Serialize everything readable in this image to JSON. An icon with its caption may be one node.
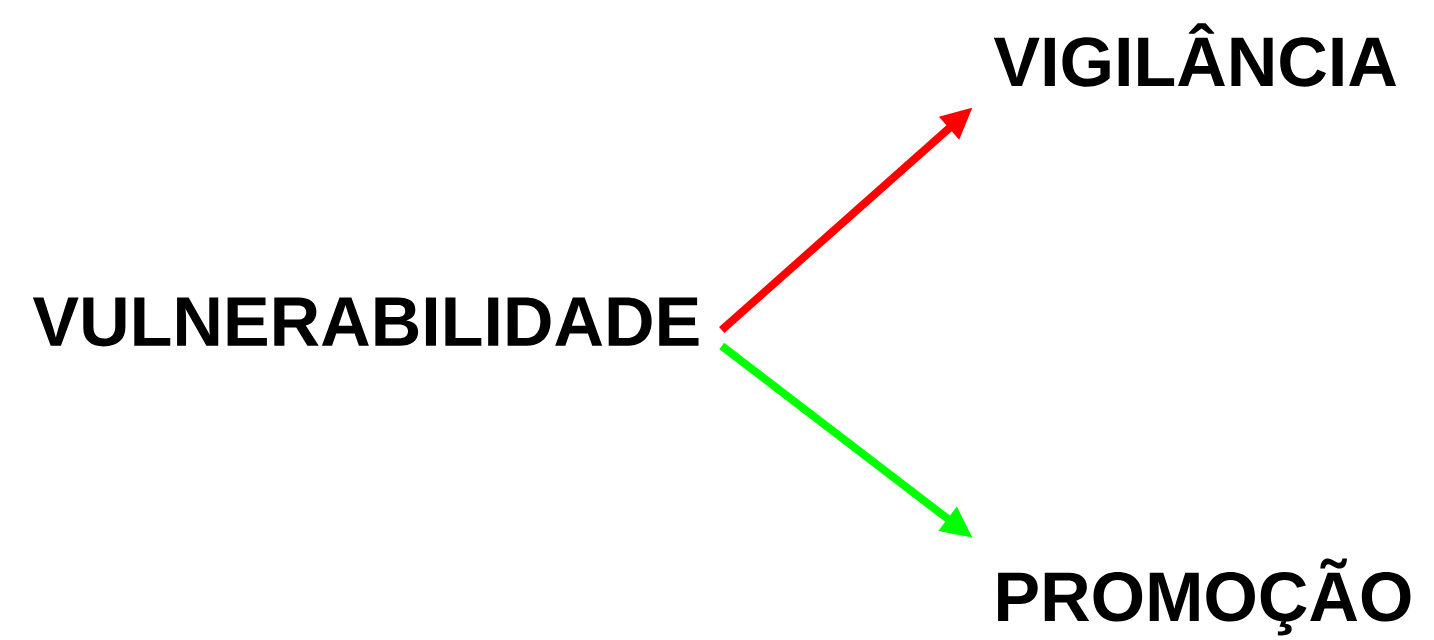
{
  "diagram": {
    "nodes": [
      {
        "text": [
          "VULNERABILIDADE"
        ]
      },
      {
        "text": [
          "VIGILÂNCIA"
        ]
      },
      {
        "text": [
          "PROMOÇÃO"
        ]
      }
    ],
    "edges": [
      {
        "from": 0,
        "to": 1,
        "arrow": "to",
        "color": "#ff0000"
      },
      {
        "from": 0,
        "to": 2,
        "arrow": "to",
        "color": "#00ff00"
      }
    ]
  }
}
